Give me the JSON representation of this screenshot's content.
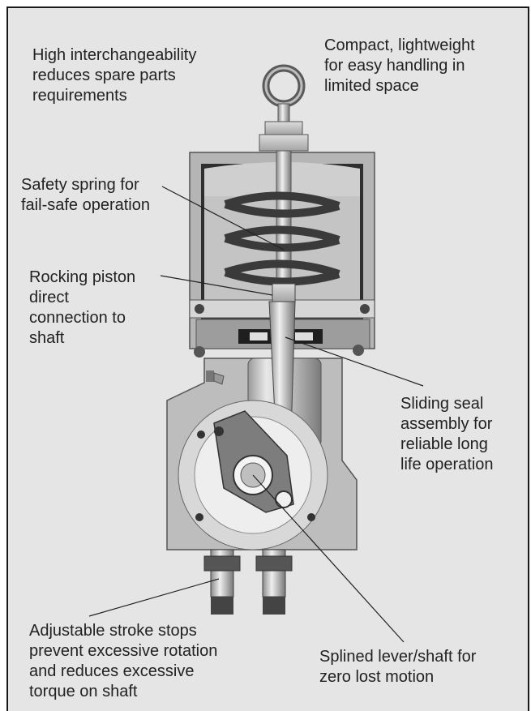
{
  "colors": {
    "background": "#e5e5e5",
    "border": "#1a1a1a",
    "text": "#222222",
    "body_light": "#cfcfcf",
    "body_dark": "#6e6e6e",
    "spring": "#3a3a3a"
  },
  "callouts": {
    "interchangeability": {
      "lines": [
        "High interchangeability",
        "reduces spare parts",
        "requirements"
      ]
    },
    "compact": {
      "lines": [
        "Compact, lightweight",
        "for easy handling in",
        "limited space"
      ]
    },
    "safety_spring": {
      "lines": [
        "Safety spring for",
        "fail-safe operation"
      ]
    },
    "rocking_piston": {
      "lines": [
        "Rocking piston",
        "direct",
        "connection to",
        "shaft"
      ]
    },
    "sliding_seal": {
      "lines": [
        "Sliding seal",
        "assembly for",
        "reliable long",
        "life operation"
      ]
    },
    "stroke_stops": {
      "lines": [
        "Adjustable stroke stops",
        "prevent excessive rotation",
        "and reduces excessive",
        "torque on shaft"
      ]
    },
    "splined_lever": {
      "lines": [
        "Splined lever/shaft for",
        "zero lost motion"
      ]
    }
  },
  "icons": {
    "actuator": "actuator-cutaway-icon",
    "eyebolt": "lifting-eyebolt-icon"
  }
}
